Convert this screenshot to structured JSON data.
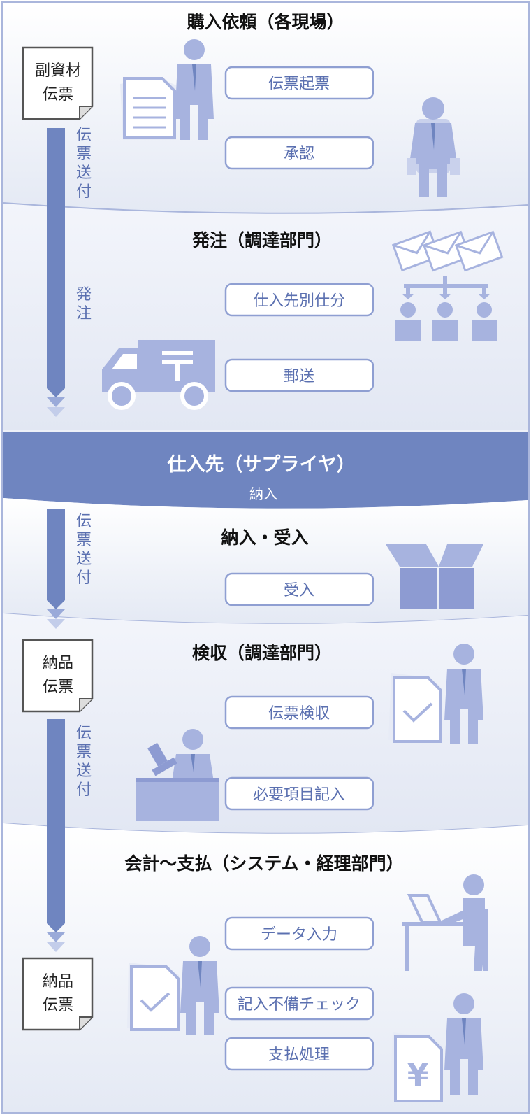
{
  "sections": [
    {
      "title": "購入依頼（各現場）",
      "buttons": [
        "伝票起票",
        "承認"
      ]
    },
    {
      "title": "発注（調達部門）",
      "buttons": [
        "仕入先別仕分",
        "郵送"
      ]
    },
    {
      "title": "納入・受入",
      "buttons": [
        "受入"
      ]
    },
    {
      "title": "検収（調達部門）",
      "buttons": [
        "伝票検収",
        "必要項目記入"
      ]
    },
    {
      "title": "会計～支払（システム・経理部門）",
      "buttons": [
        "データ入力",
        "記入不備チェック",
        "支払処理"
      ]
    }
  ],
  "supplier": {
    "label": "仕入先（サプライヤ）",
    "sub": "納入"
  },
  "flow_labels": [
    "伝票送付",
    "発注",
    "伝票送付",
    "伝票送付"
  ],
  "documents": [
    {
      "lines": [
        "副資材",
        "伝票"
      ]
    },
    {
      "lines": [
        "納品",
        "伝票"
      ]
    },
    {
      "lines": [
        "納品",
        "伝票"
      ]
    }
  ],
  "icons": {
    "yen": "¥"
  },
  "colors": {
    "accent": "#6f85c0",
    "icon": "#a7b3df",
    "button_border": "#8f9fd2",
    "button_text": "#5b70b0"
  }
}
